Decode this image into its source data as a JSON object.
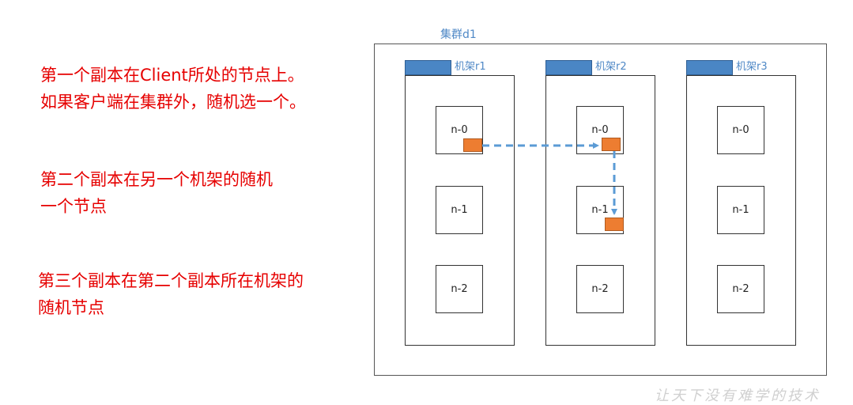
{
  "notes": [
    [
      "第一个副本在Client所处的节点上。",
      "如果客户端在集群外，随机选一个。"
    ],
    [
      "第二个副本在另一个机架的随机",
      "一个节点"
    ],
    [
      "第三个副本在第二个副本所在机架的",
      "随机节点"
    ]
  ],
  "cluster": {
    "label": "集群d1"
  },
  "racks": [
    {
      "label": "机架r1",
      "nodes": [
        "n-0",
        "n-1",
        "n-2"
      ]
    },
    {
      "label": "机架r2",
      "nodes": [
        "n-0",
        "n-1",
        "n-2"
      ]
    },
    {
      "label": "机架r3",
      "nodes": [
        "n-0",
        "n-1",
        "n-2"
      ]
    }
  ],
  "colors": {
    "note_text": "#e60000",
    "rack_header": "#4a86c5",
    "replica": "#ed7d31",
    "arrow": "#5b9bd5"
  },
  "watermark": "让天下没有难学的技术"
}
